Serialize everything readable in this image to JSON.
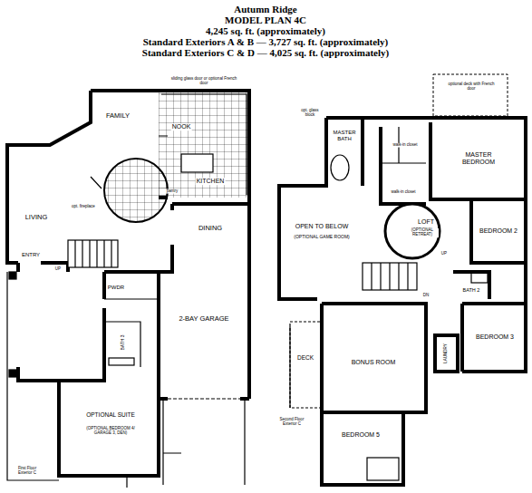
{
  "diagram": {
    "title": "Autumn Ridge",
    "labels": [
      "MODEL PLAN 4C",
      "4,245 sq. ft. (approximately)",
      "Standard Exteriors A & B — 3,727 sq. ft. (approximately)",
      "Standard Exteriors C & D — 4,025 sq. ft. (approximately)",
      "sliding glass door or optional French door",
      "FAMILY",
      "NOOK",
      "KITCHEN",
      "pantry",
      "opt. fireplace",
      "LIVING",
      "DINING",
      "ENTRY",
      "UP",
      "PWDR",
      "BATH 3",
      "2-BAY GARAGE",
      "OPTIONAL SUITE",
      "(OPTIONAL BEDROOM 4/ GARAGE 3, DEN)",
      "First Floor Exterior C",
      "optional deck with French door",
      "opt. glass block",
      "walk-in closet",
      "MASTER BATH",
      "walk-in closet",
      "MASTER BEDROOM",
      "OPEN TO BELOW",
      "(OPTIONAL GAME ROOM)",
      "LOFT",
      "(OPTIONAL RETREAT)",
      "UP",
      "BEDROOM 2",
      "BATH 2",
      "BEDROOM 3",
      "LAUNDRY",
      "DN",
      "DECK",
      "BONUS ROOM",
      "BEDROOM 5",
      "Second Floor Exterior C"
    ]
  }
}
